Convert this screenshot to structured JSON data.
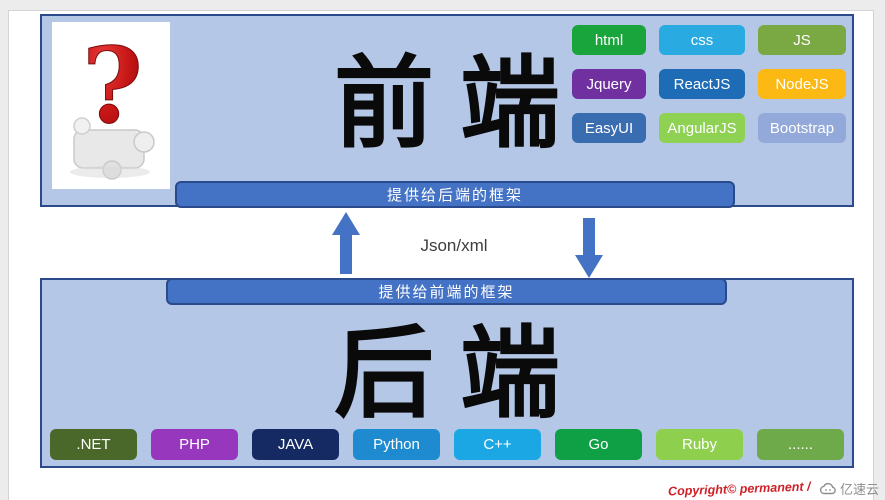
{
  "frontend": {
    "title": "前端",
    "bar_label": "提供给后端的框架",
    "tags": [
      {
        "label": "html",
        "color": "#1aa53c"
      },
      {
        "label": "css",
        "color": "#29abe2"
      },
      {
        "label": "JS",
        "color": "#7aa843"
      },
      {
        "label": "Jquery",
        "color": "#7030a0"
      },
      {
        "label": "ReactJS",
        "color": "#1e6cb5"
      },
      {
        "label": "NodeJS",
        "color": "#fcb813"
      },
      {
        "label": "EasyUI",
        "color": "#3a6cb0"
      },
      {
        "label": "AngularJS",
        "color": "#8ed153"
      },
      {
        "label": "Bootstrap",
        "color": "#93a9da"
      }
    ]
  },
  "connector": {
    "label": "Json/xml"
  },
  "backend": {
    "title": "后端",
    "bar_label": "提供给前端的框架",
    "tags": [
      {
        "label": ".NET",
        "color": "#4a6829"
      },
      {
        "label": "PHP",
        "color": "#9637bd"
      },
      {
        "label": "JAVA",
        "color": "#152a63"
      },
      {
        "label": "Python",
        "color": "#1e8bd1"
      },
      {
        "label": "C++",
        "color": "#1ba7e3"
      },
      {
        "label": "Go",
        "color": "#0fa045"
      },
      {
        "label": "Ruby",
        "color": "#8ed04e"
      },
      {
        "label": "......",
        "color": "#6faa4a"
      }
    ]
  },
  "footer": {
    "copyright": "Copyright© permanent /",
    "brand": "亿速云"
  },
  "colors": {
    "panel_bg": "#b4c7e7",
    "panel_border": "#2b4a8b",
    "bar_bg": "#4472c4",
    "arrow": "#4472c4",
    "page_bg": "#ffffff",
    "outer_bg": "#ececec",
    "question_mark_red": "#c41414"
  }
}
